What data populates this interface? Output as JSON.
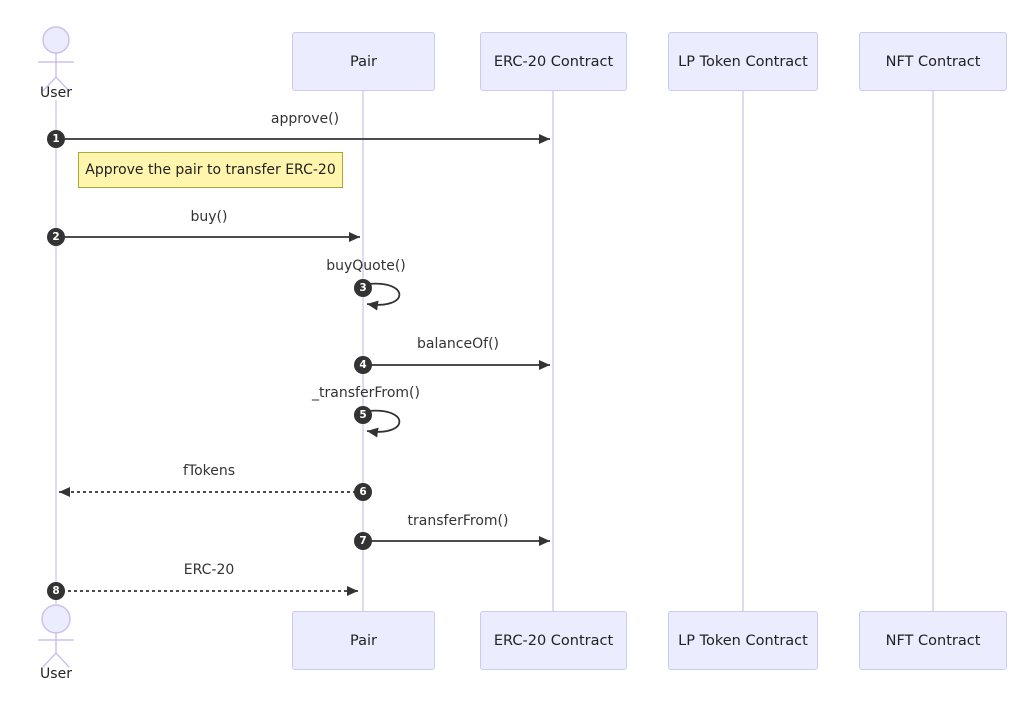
{
  "diagram": {
    "type": "sequence-diagram",
    "participants": [
      {
        "label": "User",
        "kind": "actor"
      },
      {
        "label": "Pair",
        "kind": "participant"
      },
      {
        "label": "ERC-20 Contract",
        "kind": "participant"
      },
      {
        "label": "LP Token Contract",
        "kind": "participant"
      },
      {
        "label": "NFT Contract",
        "kind": "participant"
      }
    ],
    "note": {
      "text": "Approve the pair to transfer ERC-20",
      "position": "right of User"
    },
    "messages": [
      {
        "num": "1",
        "label": "approve()",
        "from": "User",
        "to": "ERC-20 Contract",
        "line": "solid"
      },
      {
        "num": "2",
        "label": "buy()",
        "from": "User",
        "to": "Pair",
        "line": "solid"
      },
      {
        "num": "3",
        "label": "buyQuote()",
        "from": "Pair",
        "to": "Pair",
        "line": "self"
      },
      {
        "num": "4",
        "label": "balanceOf()",
        "from": "Pair",
        "to": "ERC-20 Contract",
        "line": "solid"
      },
      {
        "num": "5",
        "label": "_transferFrom()",
        "from": "Pair",
        "to": "Pair",
        "line": "self"
      },
      {
        "num": "6",
        "label": "fTokens",
        "from": "Pair",
        "to": "User",
        "line": "dashed"
      },
      {
        "num": "7",
        "label": "transferFrom()",
        "from": "Pair",
        "to": "ERC-20 Contract",
        "line": "solid"
      },
      {
        "num": "8",
        "label": "ERC-20",
        "from": "User",
        "to": "Pair",
        "line": "dashed"
      }
    ],
    "colors": {
      "background": "#ffffff",
      "participant_fill": "#ECECFF",
      "participant_border": "#ccc9f2",
      "lifeline": "#d5cdf0",
      "actor_stroke": "#cdc0ec",
      "note_fill": "#fff5ad",
      "note_border": "#aaaa33",
      "arrow": "#333333",
      "badge_fill": "#333333",
      "badge_text": "#ffffff"
    }
  }
}
